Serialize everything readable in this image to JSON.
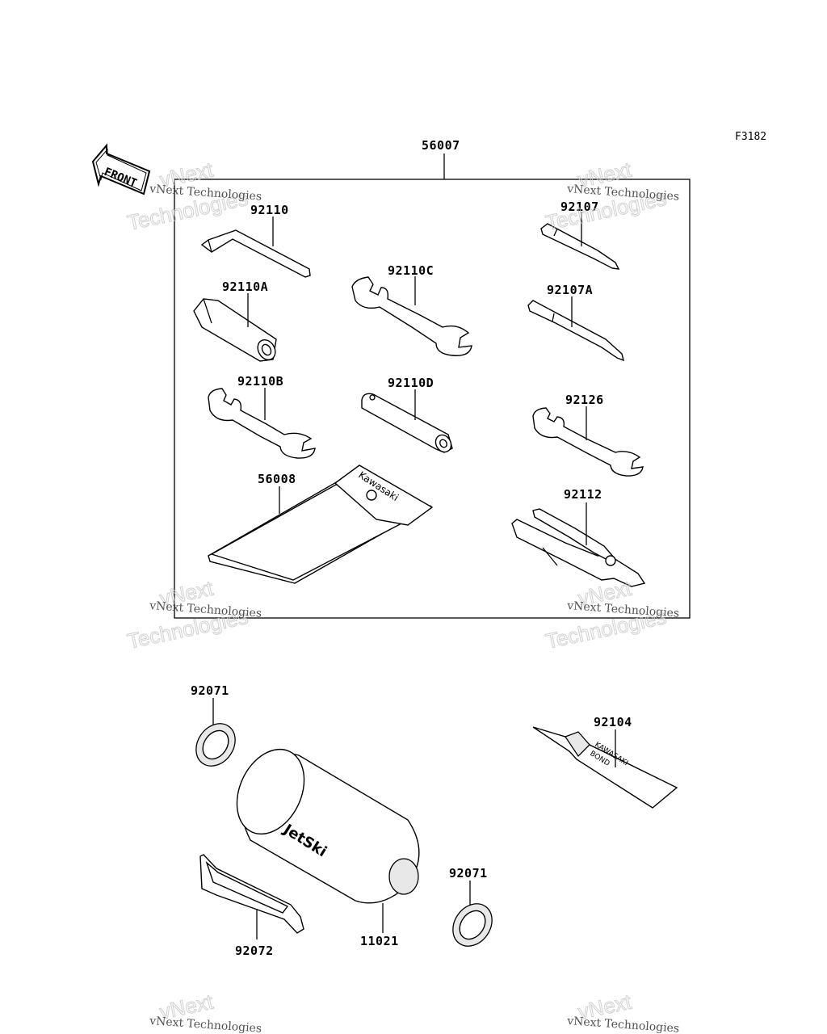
{
  "figure_code": "F3182",
  "front_label": "FRONT",
  "kit_label": "56007",
  "parts": {
    "p92110": "92110",
    "p92110A": "92110A",
    "p92110B": "92110B",
    "p92110C": "92110C",
    "p92110D": "92110D",
    "p92107": "92107",
    "p92107A": "92107A",
    "p92126": "92126",
    "p92112": "92112",
    "p56008": "56008",
    "p92071a": "92071",
    "p92071b": "92071",
    "p92104": "92104",
    "p92072": "92072",
    "p11021": "11021"
  },
  "pouch_text": "Kawasaki",
  "tube_text_1": "KAWASAKI",
  "tube_text_2": "BOND",
  "tank_text": "JetSki",
  "watermark": {
    "small": "vNext Technologies",
    "big_1": "vNext",
    "big_2": "Technologies"
  }
}
